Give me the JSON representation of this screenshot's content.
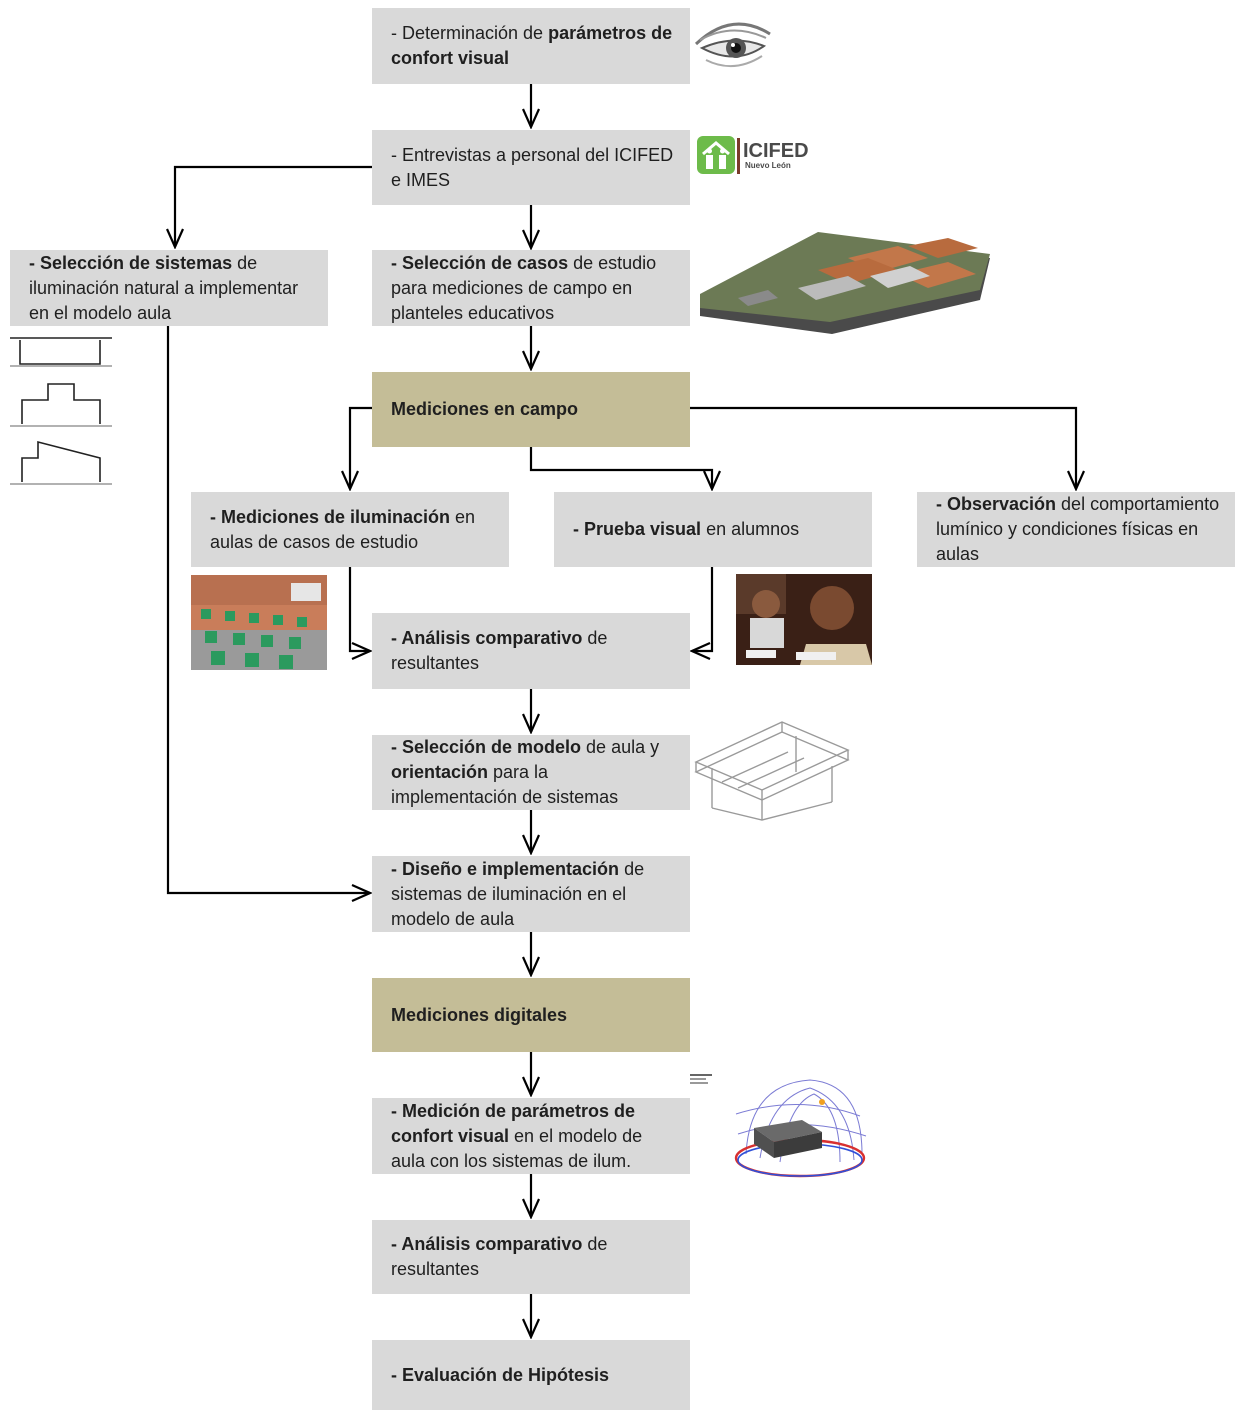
{
  "nodes": {
    "n1": {
      "pre": "- Determinación de ",
      "bold": "parámetros de confort visual",
      "post": ""
    },
    "n2": {
      "pre": "- Entrevistas a personal del ICIFED e IMES",
      "bold": "",
      "post": ""
    },
    "n3": {
      "pre": "",
      "bold": "- Selección de sistemas",
      "post": " de iluminación natural a implementar en el modelo aula"
    },
    "n4": {
      "pre": "",
      "bold": "- Selección de casos",
      "post": " de estudio para mediciones de campo en planteles educativos"
    },
    "n5": {
      "pre": "",
      "bold": "Mediciones en campo",
      "post": ""
    },
    "n6": {
      "pre": "",
      "bold": "- Mediciones de iluminación",
      "post": " en aulas de casos de estudio"
    },
    "n7": {
      "pre": "",
      "bold": "- Prueba visual",
      "post": " en alumnos"
    },
    "n8": {
      "pre": "",
      "bold": "- Observación",
      "post": " del comportamiento lumínico y condiciones físicas en aulas"
    },
    "n9": {
      "pre": "",
      "bold": "- Análisis comparativo",
      "post": " de resultantes"
    },
    "n10": {
      "pre": "",
      "bold": "- Selección de modelo",
      "post": " de aula y ",
      "bold2": "orientación",
      "post2": " para la implementación de sistemas"
    },
    "n11": {
      "pre": "",
      "bold": "- Diseño e implementación",
      "post": " de sistemas de iluminación en el modelo de aula"
    },
    "n12": {
      "pre": "",
      "bold": "Mediciones digitales",
      "post": ""
    },
    "n13": {
      "pre": "",
      "bold": "- Medición de parámetros de confort visual",
      "post": " en  el modelo de aula con los sistemas de ilum."
    },
    "n14": {
      "pre": "",
      "bold": "- Análisis comparativo",
      "post": " de resultantes"
    },
    "n15": {
      "pre": "",
      "bold": "- Evaluación de Hipótesis",
      "post": ""
    }
  },
  "logo": {
    "name": "ICIFED",
    "subtitle": "Nuevo León"
  },
  "colors": {
    "box": "#d9d9d9",
    "highlight": "#c4bd97",
    "arrow": "#000000"
  }
}
